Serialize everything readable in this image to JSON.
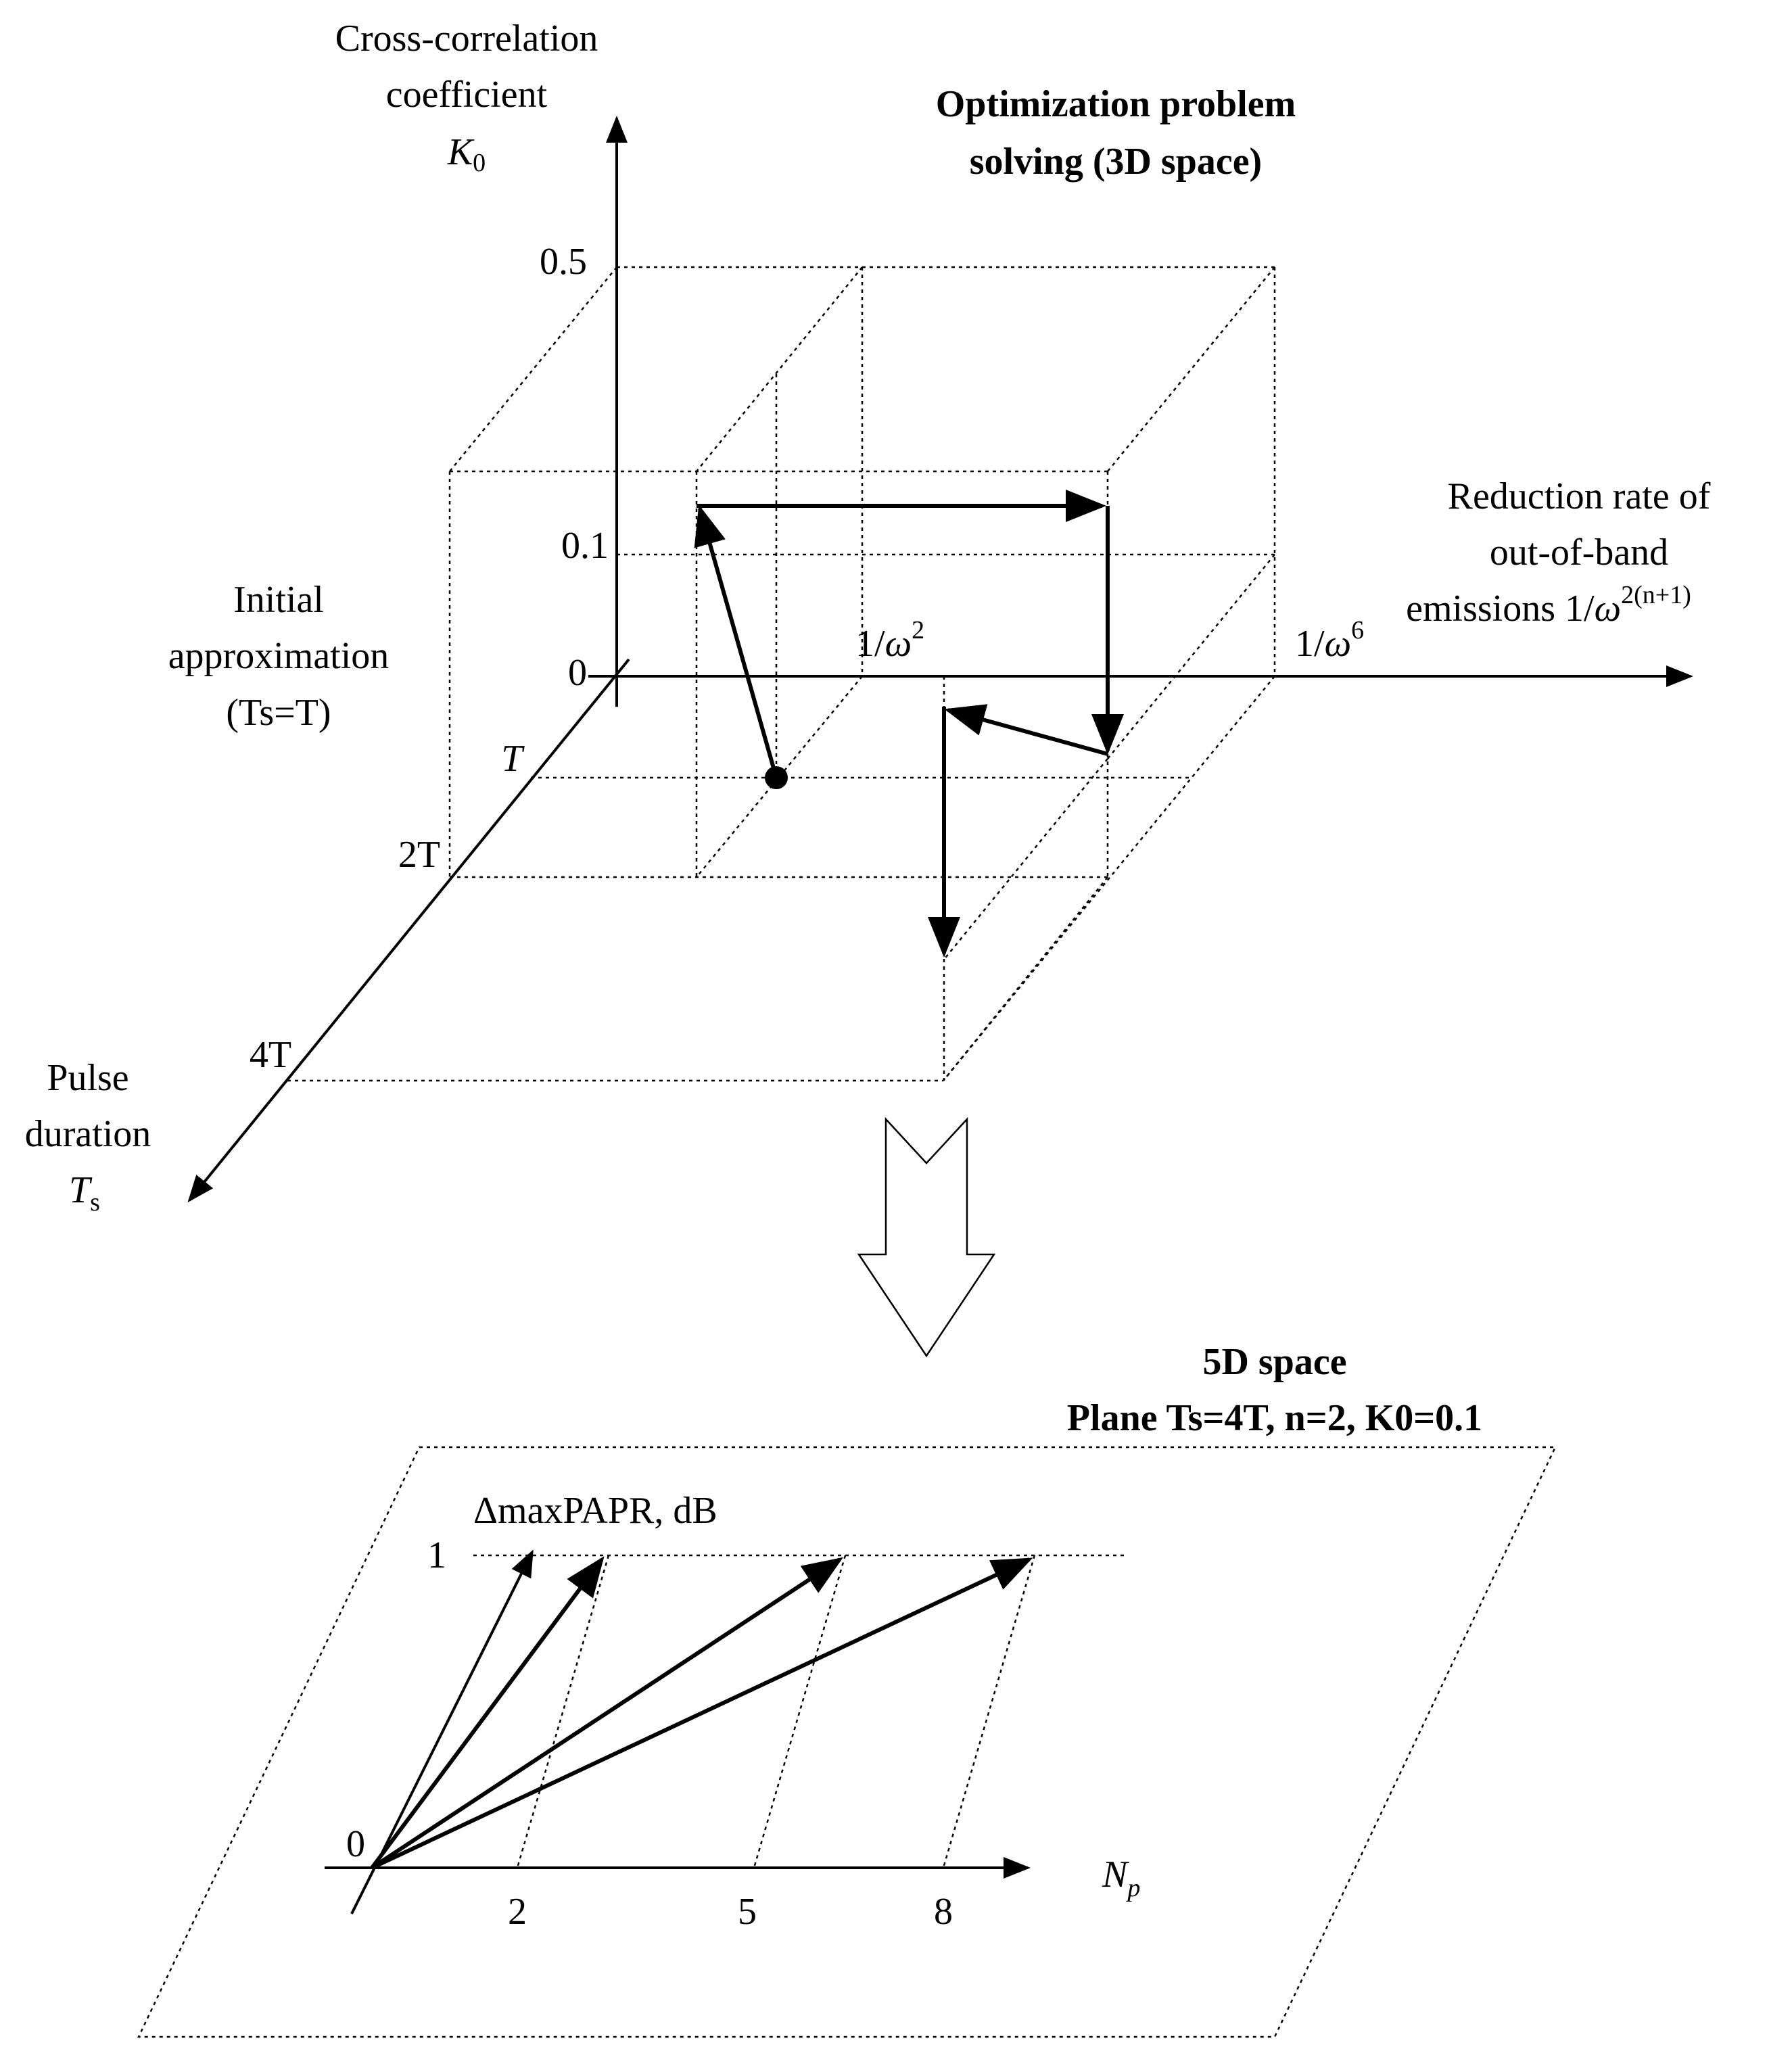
{
  "top": {
    "title_line1": "Optimization problem",
    "title_line2": "solving (3D space)",
    "k_axis": {
      "line1": "Cross-correlation",
      "line2": "coefficient",
      "symbol": "K",
      "subscript": "0"
    },
    "k_ticks": [
      "0.5",
      "0.1",
      "0"
    ],
    "rate_axis": {
      "line1": "Reduction rate of",
      "line2": "out-of-band",
      "line3_prefix": "emissions 1/",
      "omega": "ω",
      "exponent": "2(n+1)"
    },
    "rate_ticks": [
      {
        "base": "1/",
        "omega": "ω",
        "exp": "2"
      },
      {
        "base": "1/",
        "omega": "ω",
        "exp": "6"
      }
    ],
    "ts_axis": {
      "line1": "Pulse",
      "line2": "duration",
      "symbol": "T",
      "subscript": "s"
    },
    "ts_ticks": [
      "T",
      "2T",
      "4T"
    ],
    "initial": {
      "line1": "Initial",
      "line2": "approximation",
      "line3": "(Ts=T)"
    }
  },
  "bottom": {
    "title_line1": "5D space",
    "title_line2": "Plane Ts=4T, n=2, K0=0.1",
    "y_axis_label": "ΔmaxPAPR, dB",
    "x_axis_label": "N",
    "x_axis_subscript": "p",
    "y_ticks": [
      "1",
      "0"
    ],
    "x_ticks": [
      "2",
      "5",
      "8"
    ]
  }
}
